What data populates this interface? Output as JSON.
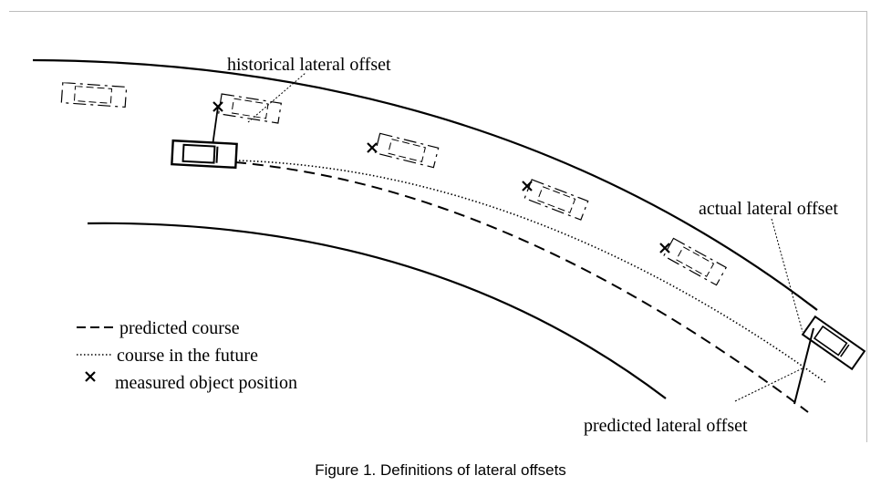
{
  "labels": {
    "historical": "historical lateral offset",
    "actual": "actual lateral offset",
    "predicted": "predicted lateral offset"
  },
  "legend": {
    "items": [
      {
        "symbol": "dashed-line",
        "text": "predicted course"
      },
      {
        "symbol": "dotted-line",
        "text": "course in the future"
      },
      {
        "symbol": "x-mark",
        "text": "measured object position"
      }
    ]
  },
  "caption": "Figure 1.  Definitions of lateral offsets"
}
